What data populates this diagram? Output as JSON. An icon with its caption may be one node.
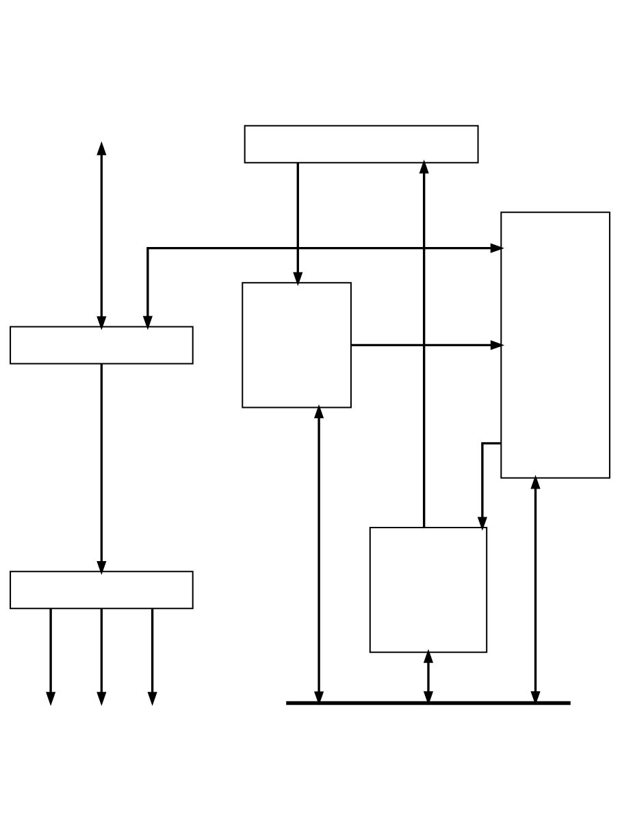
{
  "diagram": {
    "nodes": [
      {
        "text": [],
        "shape": "box"
      },
      {
        "text": [],
        "shape": "box"
      },
      {
        "text": [],
        "shape": "box"
      },
      {
        "text": [],
        "shape": "box"
      },
      {
        "text": [],
        "shape": "box"
      },
      {
        "text": [],
        "shape": "box"
      },
      {
        "text": [],
        "shape": "bar"
      }
    ],
    "edges": [
      {
        "from": null,
        "to": 3,
        "arrow": "both"
      },
      {
        "from": 3,
        "to": 1,
        "arrow": "both"
      },
      {
        "from": 3,
        "to": 5,
        "arrow": "to"
      },
      {
        "from": 5,
        "to": null,
        "arrow": "to"
      },
      {
        "from": 5,
        "to": null,
        "arrow": "to"
      },
      {
        "from": 5,
        "to": null,
        "arrow": "to"
      },
      {
        "from": 0,
        "to": 2,
        "arrow": "to"
      },
      {
        "from": 2,
        "to": 1,
        "arrow": "to"
      },
      {
        "from": 1,
        "to": 4,
        "arrow": "to"
      },
      {
        "from": 4,
        "to": 0,
        "arrow": "to"
      },
      {
        "from": 1,
        "to": 6,
        "arrow": "both"
      },
      {
        "from": 2,
        "to": 6,
        "arrow": "both"
      },
      {
        "from": 4,
        "to": 6,
        "arrow": "both"
      }
    ]
  }
}
